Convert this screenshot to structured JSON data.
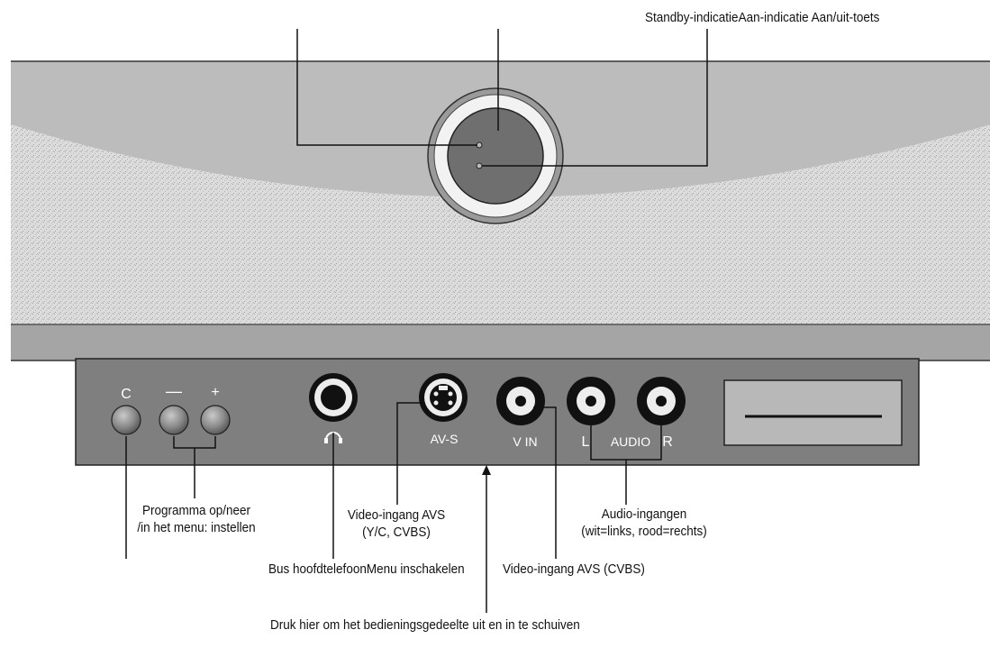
{
  "labels": {
    "standby": "Standby-indicatie",
    "aan": "Aan-indicatie",
    "aanuit": "Aan/uit-toets",
    "programma_1": "Programma op/neer",
    "programma_2": "/in het menu: instellen",
    "video_avs_1": "Video-ingang AVS",
    "video_avs_2": "(Y/C, CVBS)",
    "audio_1": "Audio-ingangen",
    "audio_2": "(wit=links, rood=rechts)",
    "bus": "Bus hoofdtelefoon",
    "menu": "Menu inschakelen",
    "video_cvbs": "Video-ingang AVS (CVBS)",
    "druk": "Druk hier om het bedieningsgedeelte uit en in te schuiven"
  },
  "panel": {
    "btn_menu_symbol": "C",
    "btn_minus_symbol": "—",
    "btn_plus_symbol": "+",
    "av_s": "AV-S",
    "v_in": "V IN",
    "audio_l": "L",
    "audio": "AUDIO",
    "audio_r": "R"
  },
  "colors": {
    "housing": "#bcbcbc",
    "housing_dark": "#9a9a9a",
    "speaker": "#d9d9d9",
    "panel": "#7f7f7f",
    "line": "#111111"
  }
}
